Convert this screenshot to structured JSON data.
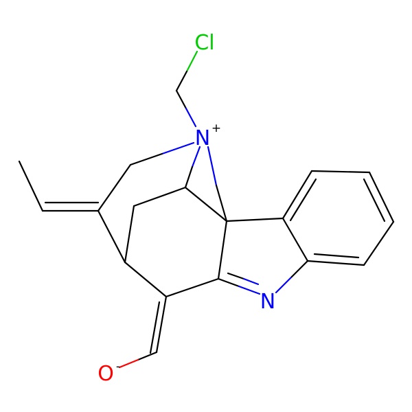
{
  "molecule": {
    "atoms": [
      {
        "id": "Cl",
        "symbol": "Cl",
        "charge": "",
        "color": "#00cc00"
      },
      {
        "id": "N1",
        "symbol": "N",
        "charge": "+",
        "color": "#0000ff"
      },
      {
        "id": "N2",
        "symbol": "N",
        "charge": "",
        "color": "#0000ff"
      },
      {
        "id": "O",
        "symbol": "O",
        "charge": "-",
        "color": "#ff0000"
      }
    ],
    "colors": {
      "carbon": "#000000",
      "chlorine": "#00cc00",
      "nitrogen": "#0000ff",
      "oxygen": "#ff0000",
      "background": "#ffffff"
    }
  }
}
